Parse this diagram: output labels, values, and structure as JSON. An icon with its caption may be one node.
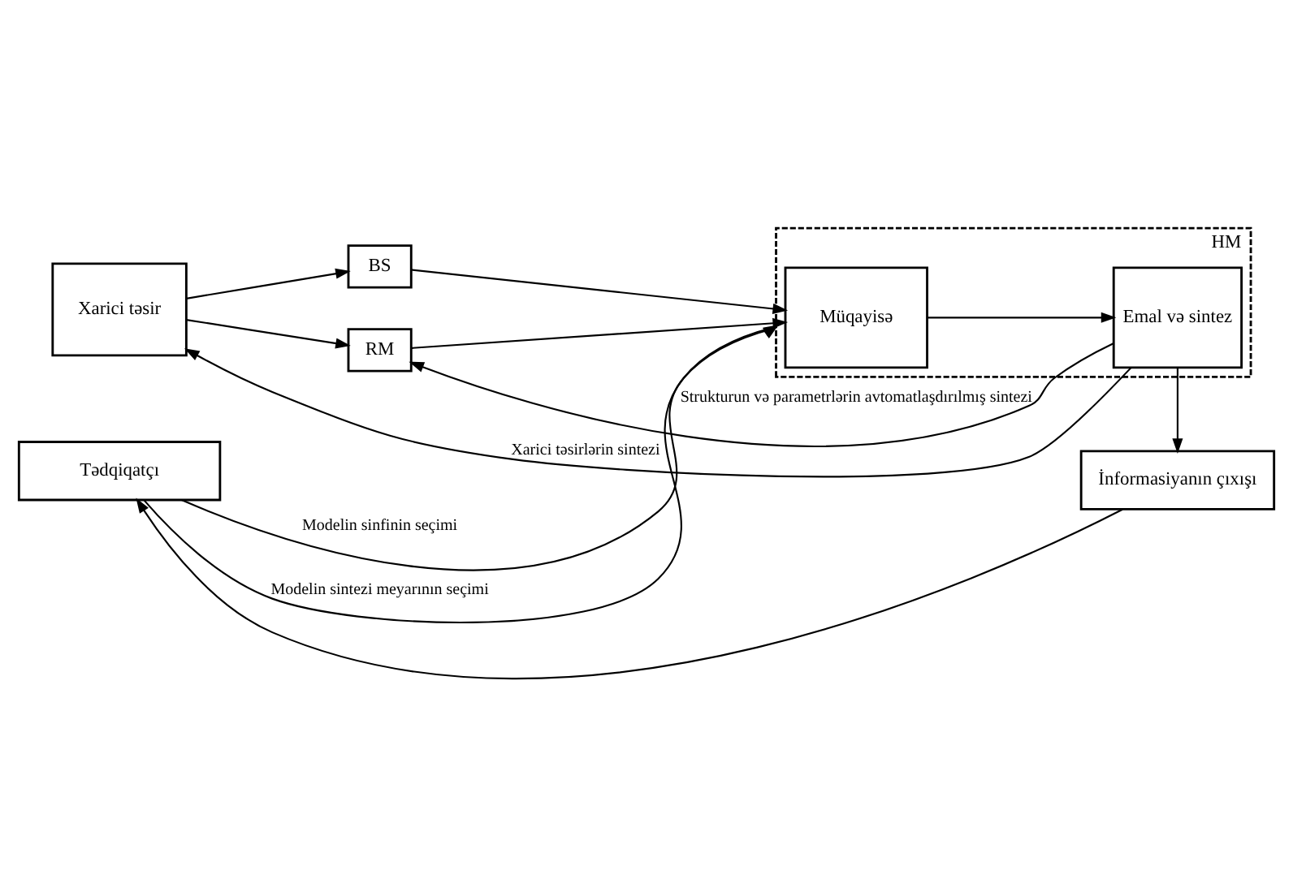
{
  "diagram": {
    "nodes": [
      {
        "text": [
          "Xarici təsir"
        ]
      },
      {
        "text": [
          "BS"
        ]
      },
      {
        "text": [
          "RM"
        ]
      },
      {
        "text": [
          "HM"
        ]
      },
      {
        "text": [
          "Müqayisə"
        ],
        "in": 3
      },
      {
        "text": [
          "Emal və sintez"
        ],
        "in": 3
      },
      {
        "text": [
          "Tədqiqatçı"
        ]
      },
      {
        "text": [
          "İnformasiyanın çıxışı"
        ]
      }
    ],
    "edges": [
      {
        "from": 0,
        "to": 1,
        "arrow": "to"
      },
      {
        "from": 0,
        "to": 2,
        "arrow": "to"
      },
      {
        "from": 1,
        "to": 4,
        "arrow": "to"
      },
      {
        "from": 2,
        "to": 4,
        "arrow": "to"
      },
      {
        "from": 4,
        "to": 5,
        "arrow": "to"
      },
      {
        "from": 5,
        "to": 2,
        "arrow": "to",
        "label": "Strukturun və parametrlərin avtomatlaşdırılmış sintezi"
      },
      {
        "from": 5,
        "to": 0,
        "arrow": "to",
        "label": "Xarici təsirlərin sintezi"
      },
      {
        "from": 6,
        "to": 3,
        "arrow": "to",
        "label": "Modelin sinfinin seçimi"
      },
      {
        "from": 6,
        "to": 3,
        "arrow": "to",
        "label": "Modelin sintezi meyarının seçimi"
      },
      {
        "from": 5,
        "to": 7,
        "arrow": "to"
      },
      {
        "from": 7,
        "to": 6,
        "arrow": "to"
      }
    ]
  }
}
